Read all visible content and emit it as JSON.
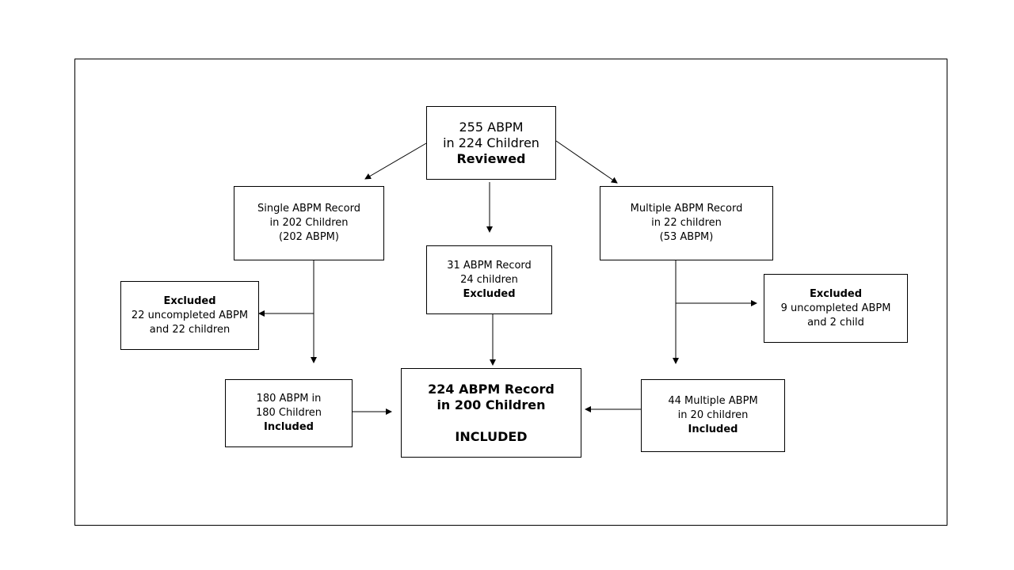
{
  "reviewed": {
    "line1": "255 ABPM",
    "line2": "in 224 Children",
    "line3": "Reviewed"
  },
  "single": {
    "line1": "Single ABPM Record",
    "line2": "in 202 Children",
    "line3": "(202 ABPM)"
  },
  "excluded_31": {
    "line1": "31 ABPM Record",
    "line2": "24 children",
    "line3": "Excluded"
  },
  "multiple": {
    "line1": "Multiple ABPM Record",
    "line2": "in 22 children",
    "line3": "(53 ABPM)"
  },
  "excluded_left": {
    "line1": "Excluded",
    "line2": "22 uncompleted ABPM",
    "line3": "and 22 children"
  },
  "excluded_right": {
    "line1": "Excluded",
    "line2": "9 uncompleted ABPM",
    "line3": "and 2 child"
  },
  "included_180": {
    "line1": "180 ABPM in",
    "line2": "180 Children",
    "line3": "Included"
  },
  "final": {
    "line1": "224 ABPM Record",
    "line2": "in 200 Children",
    "line3": "INCLUDED"
  },
  "included_44": {
    "line1": "44 Multiple ABPM",
    "line2": "in 20 children",
    "line3": "Included"
  }
}
